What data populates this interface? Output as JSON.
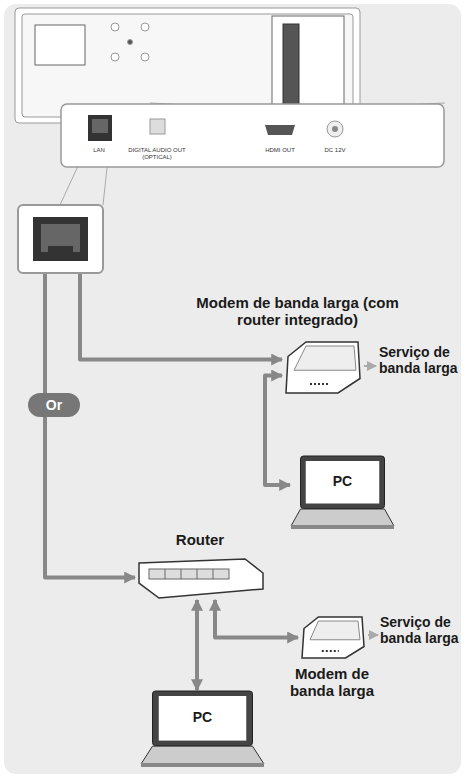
{
  "diagram": {
    "nodes": [
      {
        "text": [
          "LAN",
          "DIGITAL AUDIO OUT (OPTICAL)",
          "HDMI OUT",
          "DC 12V"
        ]
      },
      {
        "text": [
          "Modem de banda larga (com router integrado)"
        ]
      },
      {
        "text": [
          "PC"
        ]
      },
      {
        "text": [
          "Router"
        ]
      },
      {
        "text": [
          "Modem de banda larga"
        ]
      },
      {
        "text": [
          "PC"
        ]
      }
    ],
    "edges": [
      {
        "from": 0,
        "to": 1,
        "arrow": "to"
      },
      {
        "from": 1,
        "to": 2,
        "arrow": "both"
      },
      {
        "from": 0,
        "to": 3,
        "arrow": "to"
      },
      {
        "from": 3,
        "to": 4,
        "arrow": "both"
      },
      {
        "from": 3,
        "to": 5,
        "arrow": "both"
      }
    ],
    "labels": [
      "Serviço de banda larga",
      "Or",
      "Serviço de banda larga"
    ]
  }
}
